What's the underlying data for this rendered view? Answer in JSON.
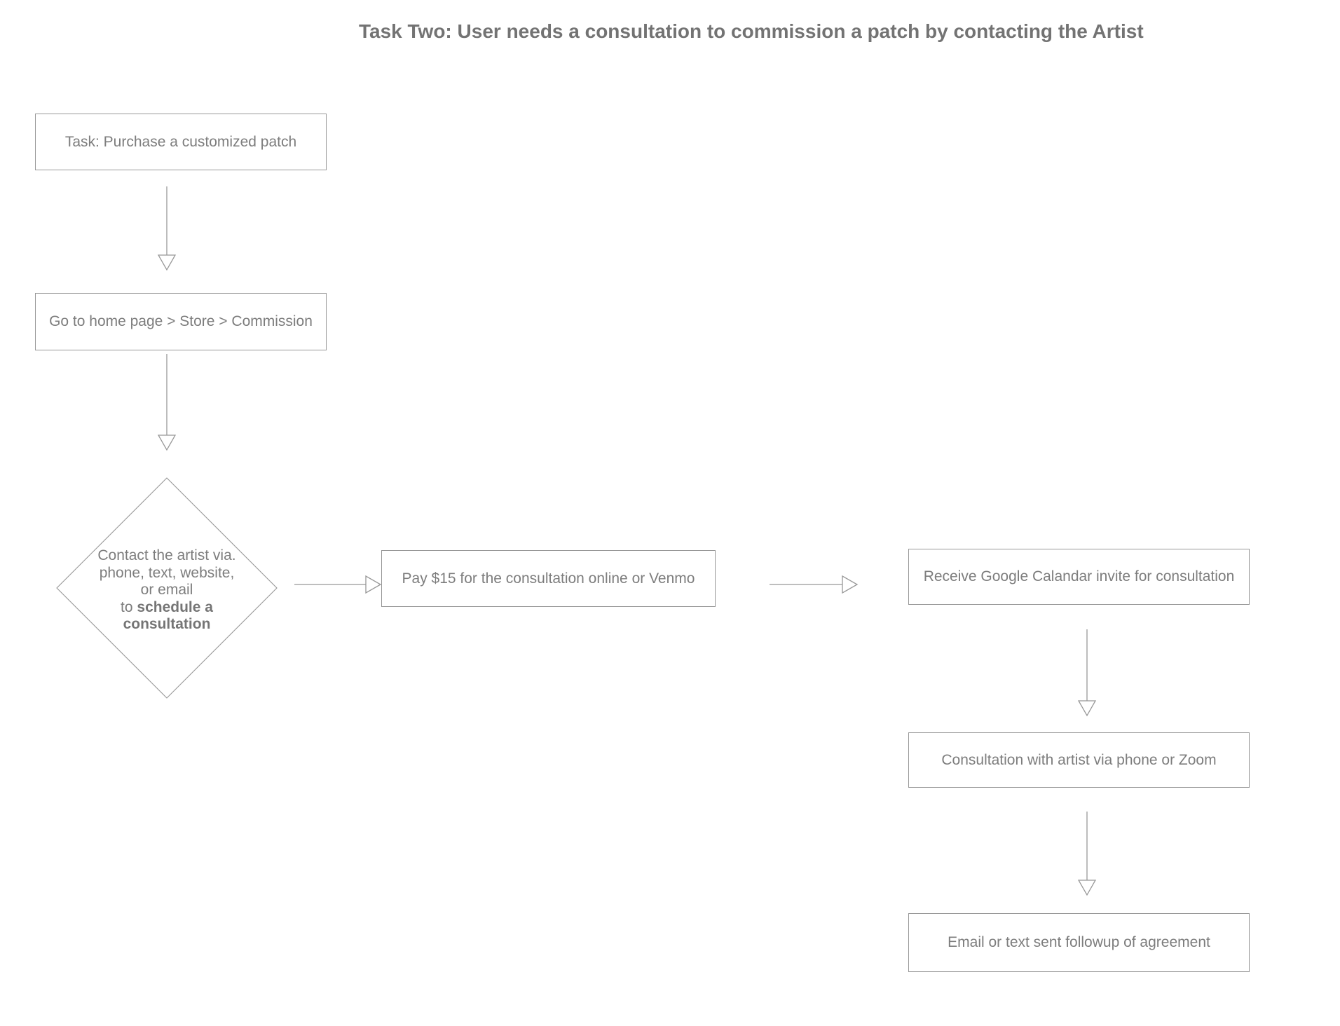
{
  "title": "Task Two: User needs a consultation to commission a patch by contacting the Artist",
  "colors": {
    "background": "#ffffff",
    "node_fill": "#ffffff",
    "node_border": "#979797",
    "arrow": "#979797",
    "text": "#7d7d7d",
    "title_text": "#737373"
  },
  "nodes": {
    "task": {
      "label": "Task: Purchase a customized patch"
    },
    "navigate": {
      "label": "Go to home page > Store > Commission"
    },
    "contact_decision": {
      "line1": "Contact the artist via.",
      "line2": "phone, text, website,",
      "line3": "or email",
      "line4_prefix": "to ",
      "line4_bold": "schedule a",
      "line5_bold": "consultation"
    },
    "pay": {
      "label": "Pay $15 for the consultation online or Venmo"
    },
    "calendar": {
      "label": "Receive Google Calandar invite for consultation"
    },
    "consultation": {
      "label": "Consultation with artist via phone or Zoom"
    },
    "followup": {
      "label": "Email or text sent followup of agreement"
    }
  }
}
